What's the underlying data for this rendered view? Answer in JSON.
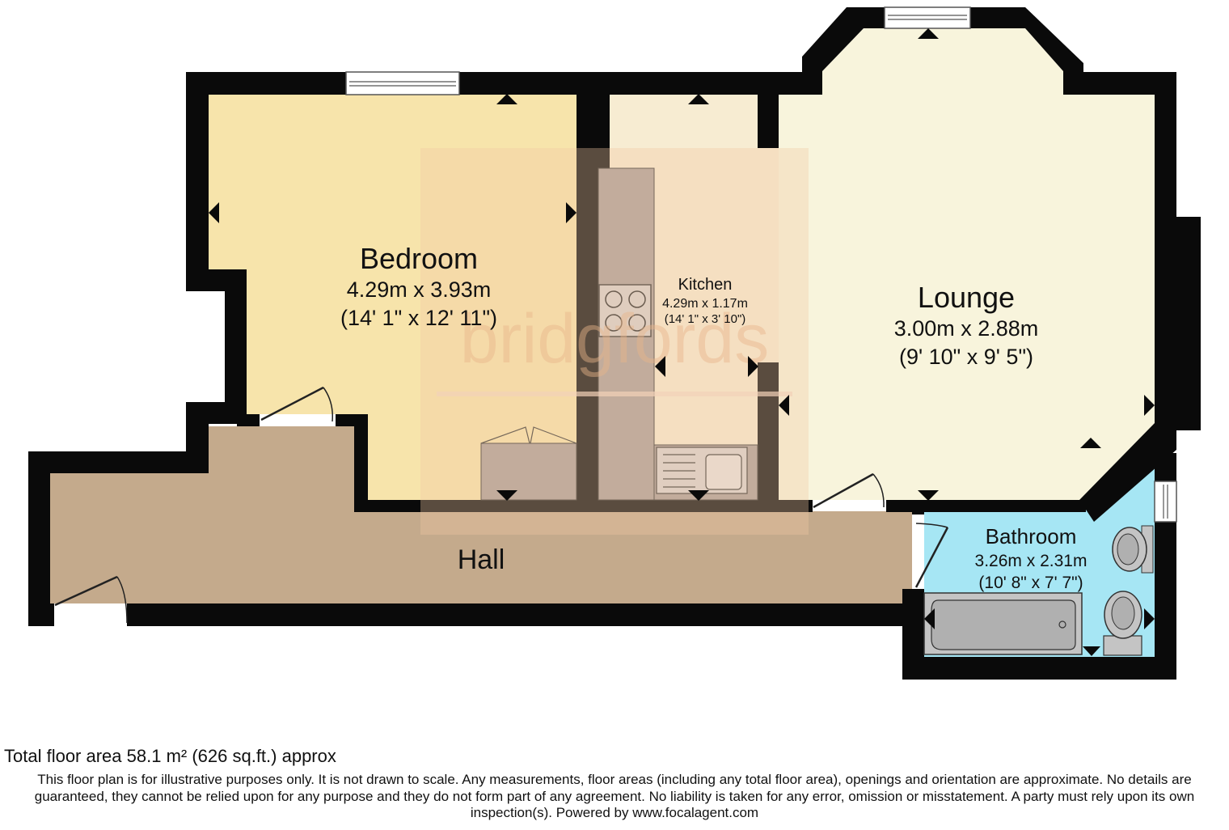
{
  "colors": {
    "wall": "#0a0a0a",
    "bedroom": "#f7e4ab",
    "kitchen": "#f7ecd2",
    "lounge": "#f8f4dc",
    "hall": "#c4aa8c",
    "bathroom": "#a6e6f4",
    "worktop": "#aa9d98",
    "watermark": "#f2c9a4"
  },
  "watermark": {
    "text": "bridgfords"
  },
  "rooms": {
    "bedroom": {
      "name": "Bedroom",
      "metric": "4.29m x 3.93m",
      "imperial": "(14' 1\" x 12' 11\")"
    },
    "kitchen": {
      "name": "Kitchen",
      "metric": "4.29m x 1.17m",
      "imperial": "(14' 1\" x 3' 10\")"
    },
    "lounge": {
      "name": "Lounge",
      "metric": "3.00m x 2.88m",
      "imperial": "(9' 10\" x 9' 5\")"
    },
    "bathroom": {
      "name": "Bathroom",
      "metric": "3.26m x 2.31m",
      "imperial": "(10' 8\" x 7' 7\")"
    },
    "hall": {
      "name": "Hall"
    }
  },
  "footer": {
    "total_area": "Total floor area 58.1 m² (626 sq.ft.) approx",
    "disclaimer": "This floor plan is for illustrative purposes only. It is not drawn to scale. Any measurements, floor areas (including any total floor area), openings and orientation are approximate. No details are guaranteed, they cannot be relied upon for any purpose and they do not form part of any agreement. No liability is taken for any error, omission or misstatement. A party must rely upon its own inspection(s). Powered by www.focalagent.com"
  }
}
